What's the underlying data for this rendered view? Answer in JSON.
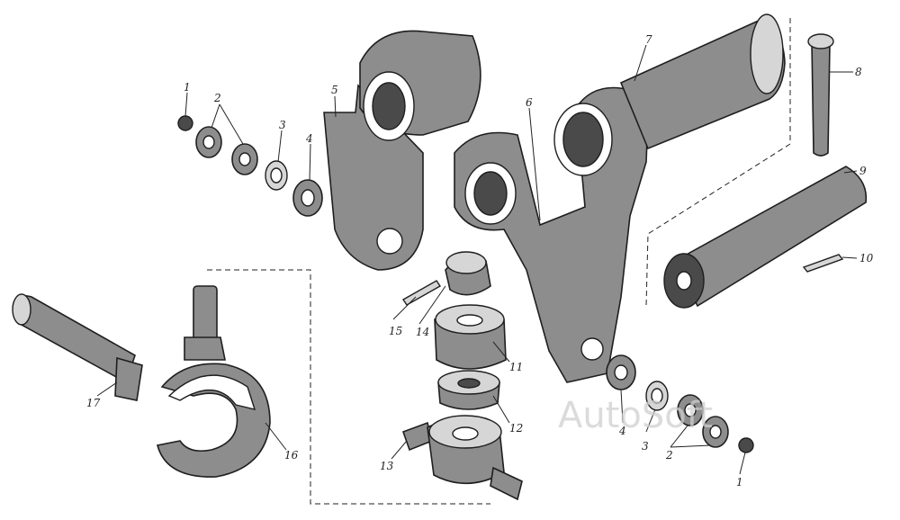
{
  "watermark": "AutoSoft",
  "callouts": {
    "c1a": "1",
    "c2a": "2",
    "c3a": "3",
    "c4a": "4",
    "c5": "5",
    "c6": "6",
    "c7": "7",
    "c8": "8",
    "c9": "9",
    "c10": "10",
    "c11": "11",
    "c12": "12",
    "c13": "13",
    "c14": "14",
    "c15": "15",
    "c16": "16",
    "c17": "17",
    "c4b": "4",
    "c3b": "3",
    "c2b": "2",
    "c1b": "1"
  }
}
